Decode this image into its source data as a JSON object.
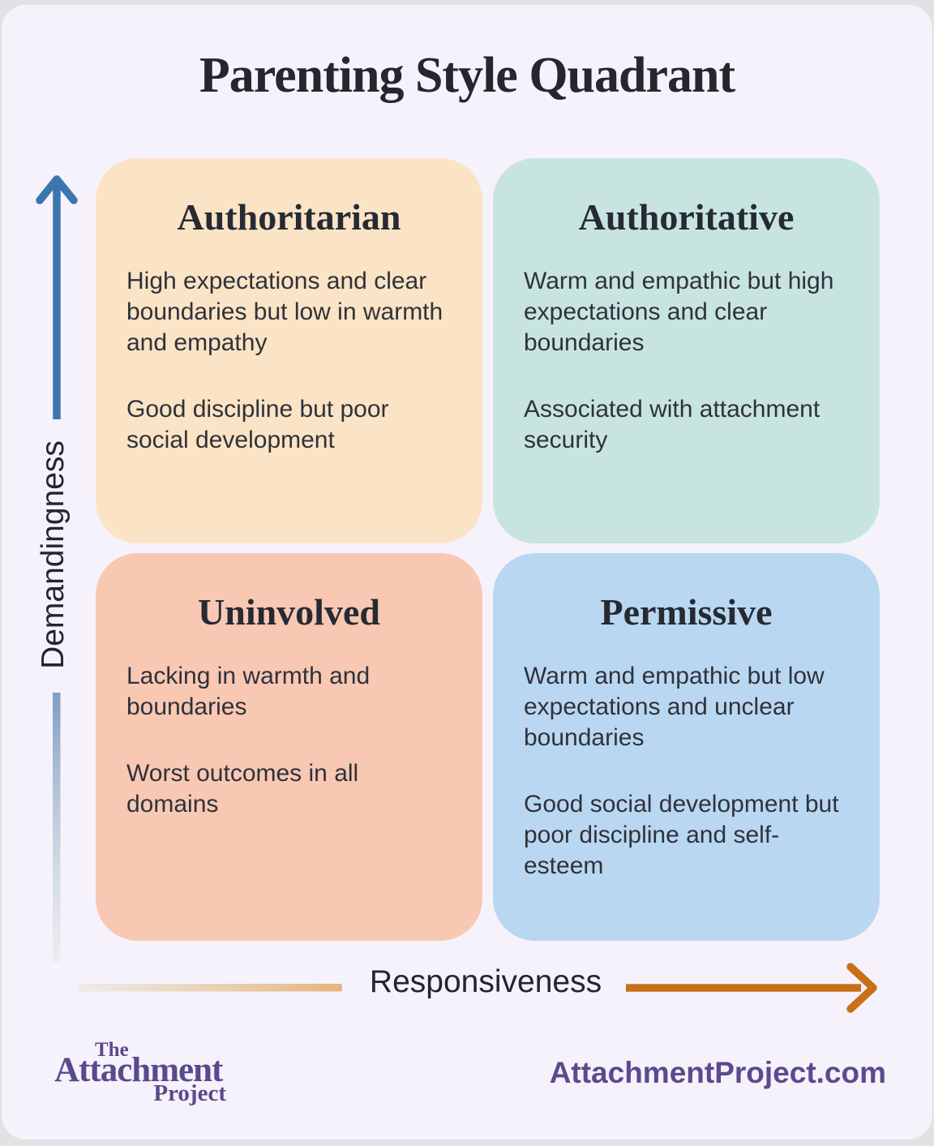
{
  "page": {
    "title": "Parenting Style Quadrant",
    "card_background": "#f6f2fb"
  },
  "axes": {
    "y_label": "Demandingness",
    "x_label": "Responsiveness",
    "y_arrow_color": "#3b76ad",
    "x_arrow_color": "#c96f16"
  },
  "quadrants": [
    {
      "title": "Authoritarian",
      "bg": "#fbe3c5",
      "paragraphs": [
        "High expectations and clear boundaries but low in warmth and empathy",
        "Good discipline but poor social development"
      ]
    },
    {
      "title": "Authoritative",
      "bg": "#c8e4e0",
      "paragraphs": [
        "Warm and empathic but high expectations and clear boundaries",
        "Associated with attachment security"
      ]
    },
    {
      "title": "Uninvolved",
      "bg": "#f8c8b3",
      "paragraphs": [
        "Lacking in warmth and boundaries",
        "Worst outcomes in all domains"
      ]
    },
    {
      "title": "Permissive",
      "bg": "#bad7f1",
      "paragraphs": [
        "Warm and empathic but low expectations and unclear boundaries",
        "Good social development but poor discipline and self-esteem"
      ]
    }
  ],
  "footer": {
    "logo_the": "The",
    "logo_attachment": "Attachment",
    "logo_project": "Project",
    "logo_color": "#584a8c",
    "website": "AttachmentProject.com"
  }
}
